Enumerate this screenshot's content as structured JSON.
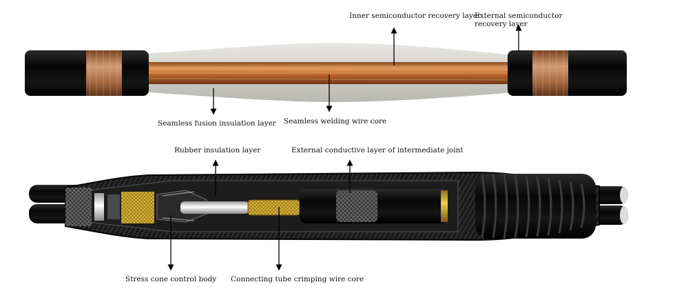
{
  "top_joint": {
    "labels": {
      "inner_semiconductor": "Inner semiconductor recovery layer",
      "external_semiconductor": "External semiconductor recovery layer",
      "seamless_fusion_insulation": "Seamless fusion insulation layer",
      "seamless_welding_core": "Seamless welding wire core"
    }
  },
  "bottom_joint": {
    "labels": {
      "rubber_insulation": "Rubber insulation layer",
      "external_conductive": "External conductive layer of intermediate joint",
      "stress_cone": "Stress cone control body",
      "connecting_tube": "Connecting tube crimping wire core"
    }
  },
  "colors": {
    "cable_black": "#0b0b0b",
    "copper": "#c8743a",
    "insulation_grey": "#d7d6d0",
    "braid_gold": "#d8b23a",
    "background": "#ffffff"
  }
}
